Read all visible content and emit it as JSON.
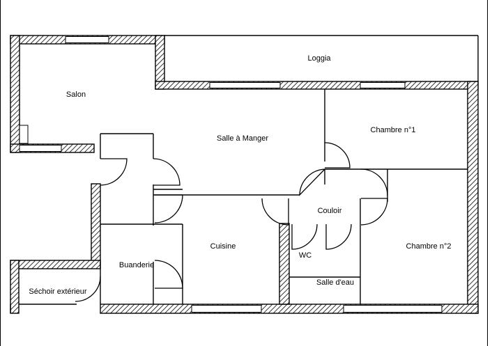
{
  "rooms": {
    "loggia": "Loggia",
    "salon": "Salon",
    "salle_a_manger": "Salle à Manger",
    "chambre_1": "Chambre n°1",
    "couloir": "Couloir",
    "cuisine": "Cuisine",
    "buanderie": "Buanderie",
    "wc": "WC",
    "salle_d_eau": "Salle d'eau",
    "chambre_2": "Chambre n°2",
    "sechoir": "Séchoir extérieur"
  }
}
